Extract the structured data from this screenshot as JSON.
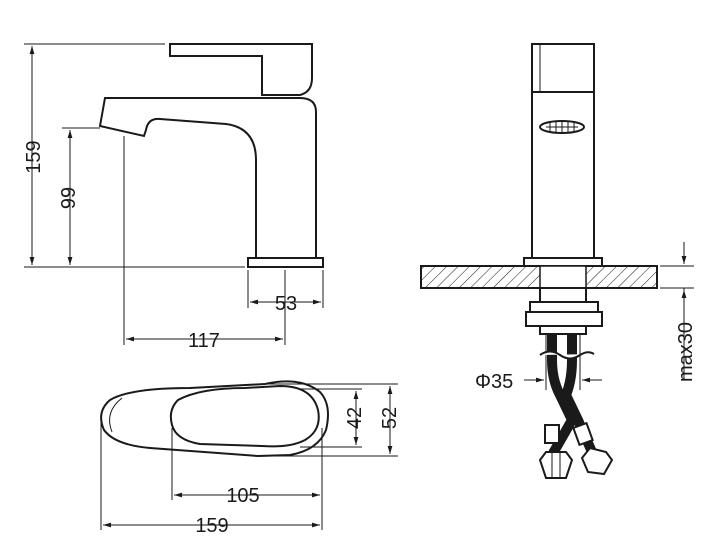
{
  "dimensions": {
    "total_height": "159",
    "spout_height": "99",
    "base_width": "53",
    "spout_reach": "117",
    "handle_length": "105",
    "total_length": "159",
    "handle_inner_width": "42",
    "handle_outer_width": "52",
    "pipe_diameter": "Φ35",
    "max_thickness": "max30"
  },
  "colors": {
    "line": "#1a1a1a",
    "background": "#ffffff"
  }
}
